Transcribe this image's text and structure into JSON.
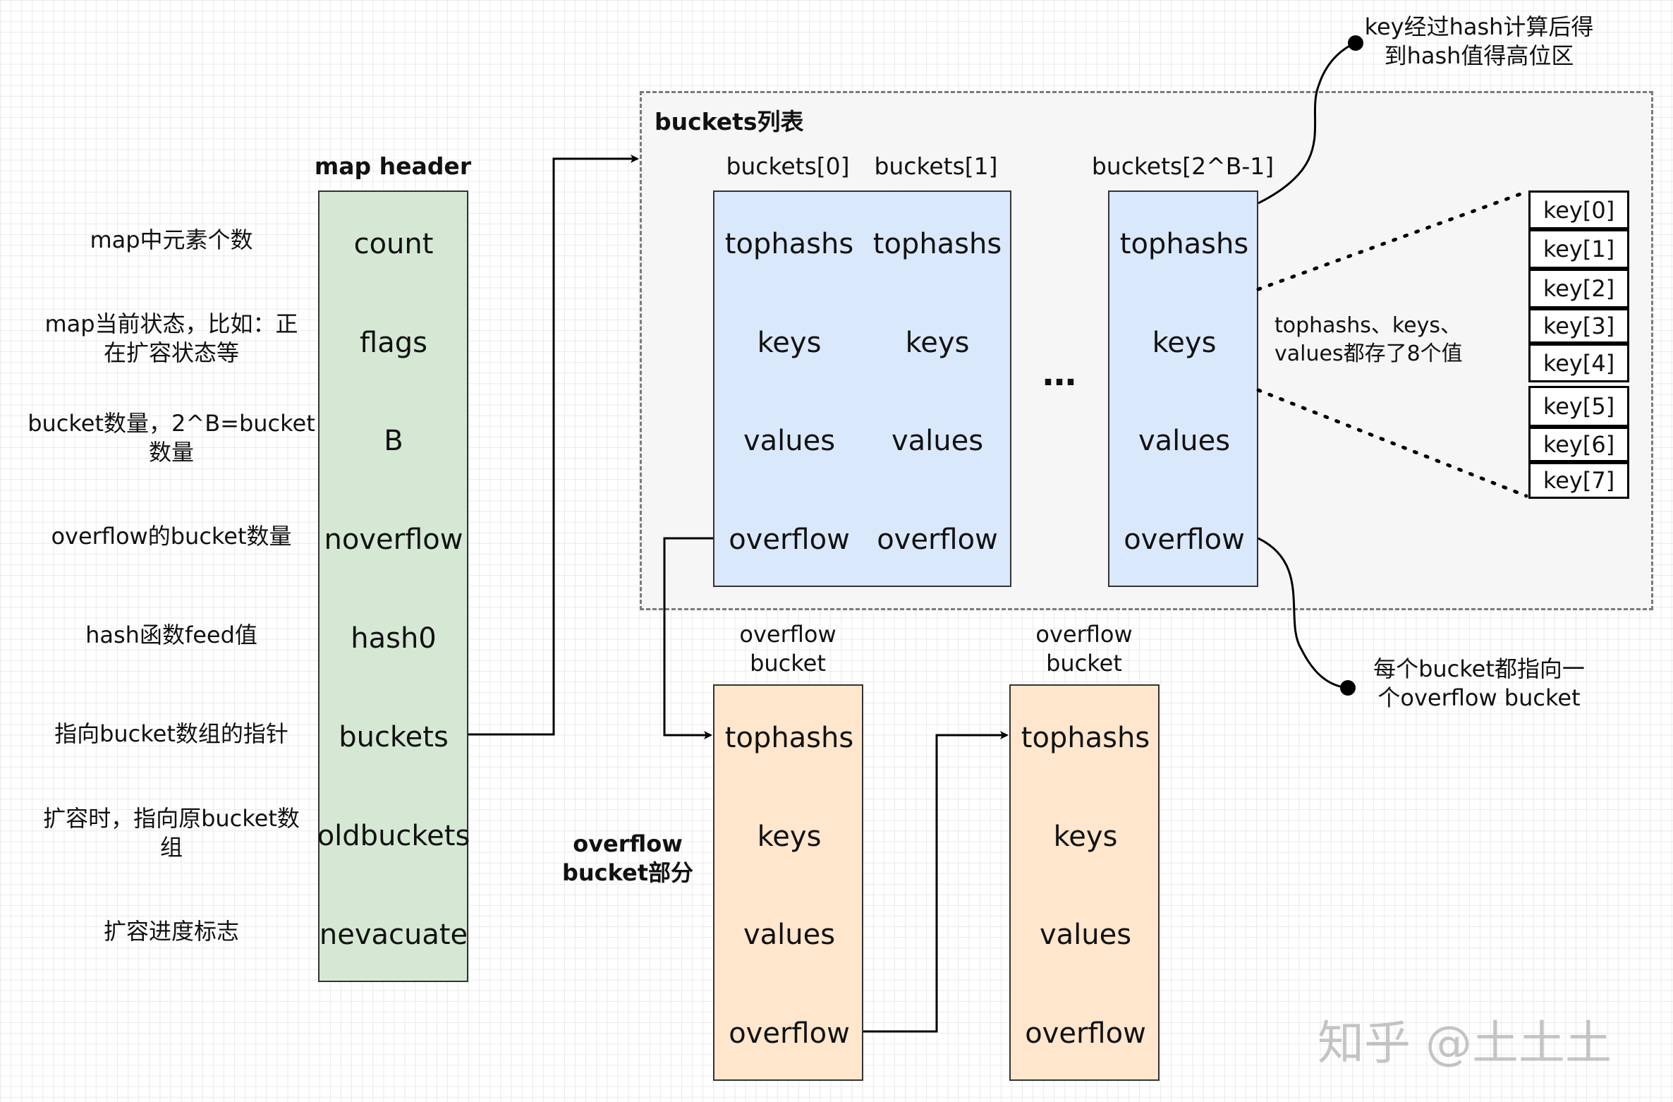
{
  "map_header": {
    "title": "map header",
    "fields": [
      "count",
      "flags",
      "B",
      "noverflow",
      "hash0",
      "buckets",
      "oldbuckets",
      "nevacuate"
    ],
    "annotations": [
      "map中元素个数",
      "map当前状态，比如：正\n在扩容状态等",
      "bucket数量，2^B=bucket\n数量",
      "overflow的bucket数量",
      "hash函数feed值",
      "指向bucket数组的指针",
      "扩容时，指向原bucket数\n组",
      "扩容进度标志"
    ]
  },
  "buckets_list": {
    "title": "buckets列表",
    "headers": [
      "buckets[0]",
      "buckets[1]",
      "buckets[2^B-1]"
    ],
    "fields": [
      "tophashs",
      "keys",
      "values",
      "overflow"
    ],
    "ellipsis": "…",
    "note": "tophashs、keys、\nvalues都存了8个值",
    "keys": [
      "key[0]",
      "key[1]",
      "key[2]",
      "key[3]",
      "key[4]",
      "key[5]",
      "key[6]",
      "key[7]"
    ],
    "hash_callout": "key经过hash计算后得\n到hash值得高位区",
    "overflow_callout": "每个bucket都指向一\n个overflow bucket"
  },
  "overflow_section": {
    "title": "overflow\nbucket部分",
    "bucket_label": "overflow\nbucket",
    "fields": [
      "tophashs",
      "keys",
      "values",
      "overflow"
    ]
  },
  "watermark": "知乎 @土土土",
  "colors": {
    "header_fill": "#d5e8d4",
    "bucket_fill": "#dae8fc",
    "overflow_fill": "#ffe6cc",
    "area_fill": "#f5f5f5"
  }
}
